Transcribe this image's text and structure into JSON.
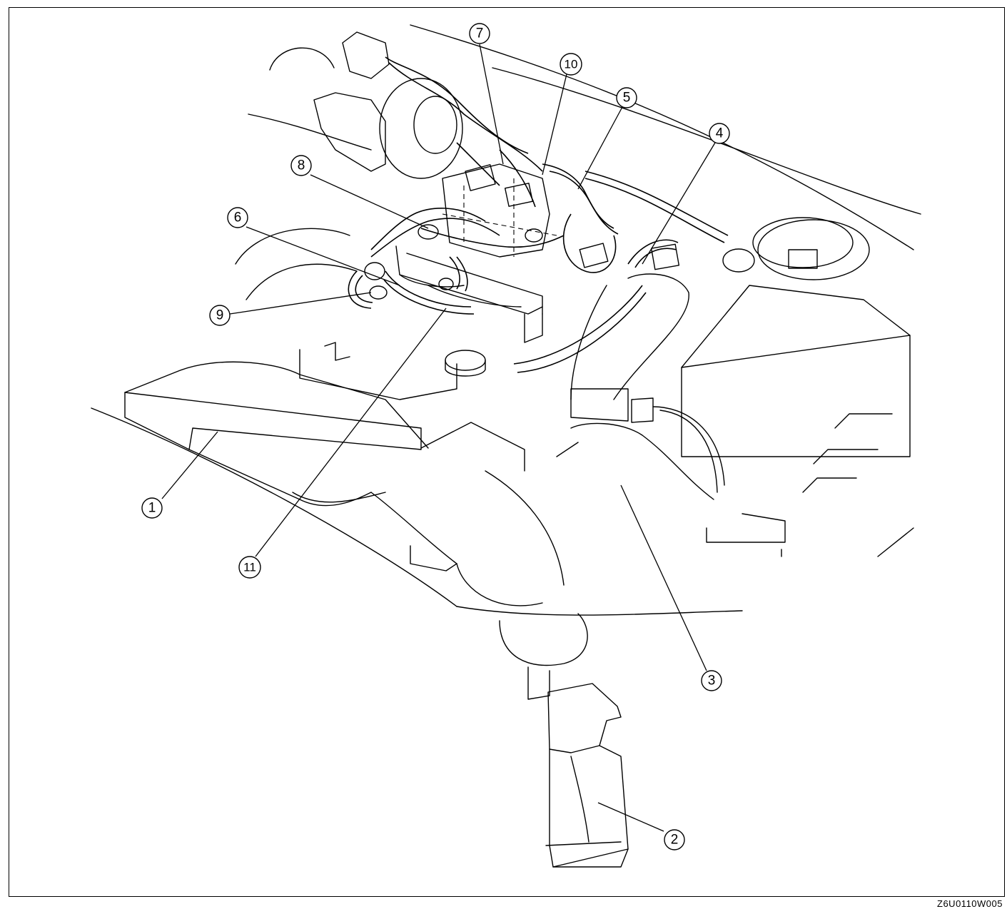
{
  "figure": {
    "code": "Z6U0110W005"
  },
  "callouts": [
    {
      "id": "1",
      "label": "1"
    },
    {
      "id": "2",
      "label": "2"
    },
    {
      "id": "3",
      "label": "3"
    },
    {
      "id": "4",
      "label": "4"
    },
    {
      "id": "5",
      "label": "5"
    },
    {
      "id": "6",
      "label": "6"
    },
    {
      "id": "7",
      "label": "7"
    },
    {
      "id": "8",
      "label": "8"
    },
    {
      "id": "9",
      "label": "9"
    },
    {
      "id": "10",
      "label": "10"
    },
    {
      "id": "11",
      "label": "11"
    }
  ],
  "colors": {
    "ink": "#000000",
    "paper": "#ffffff"
  }
}
